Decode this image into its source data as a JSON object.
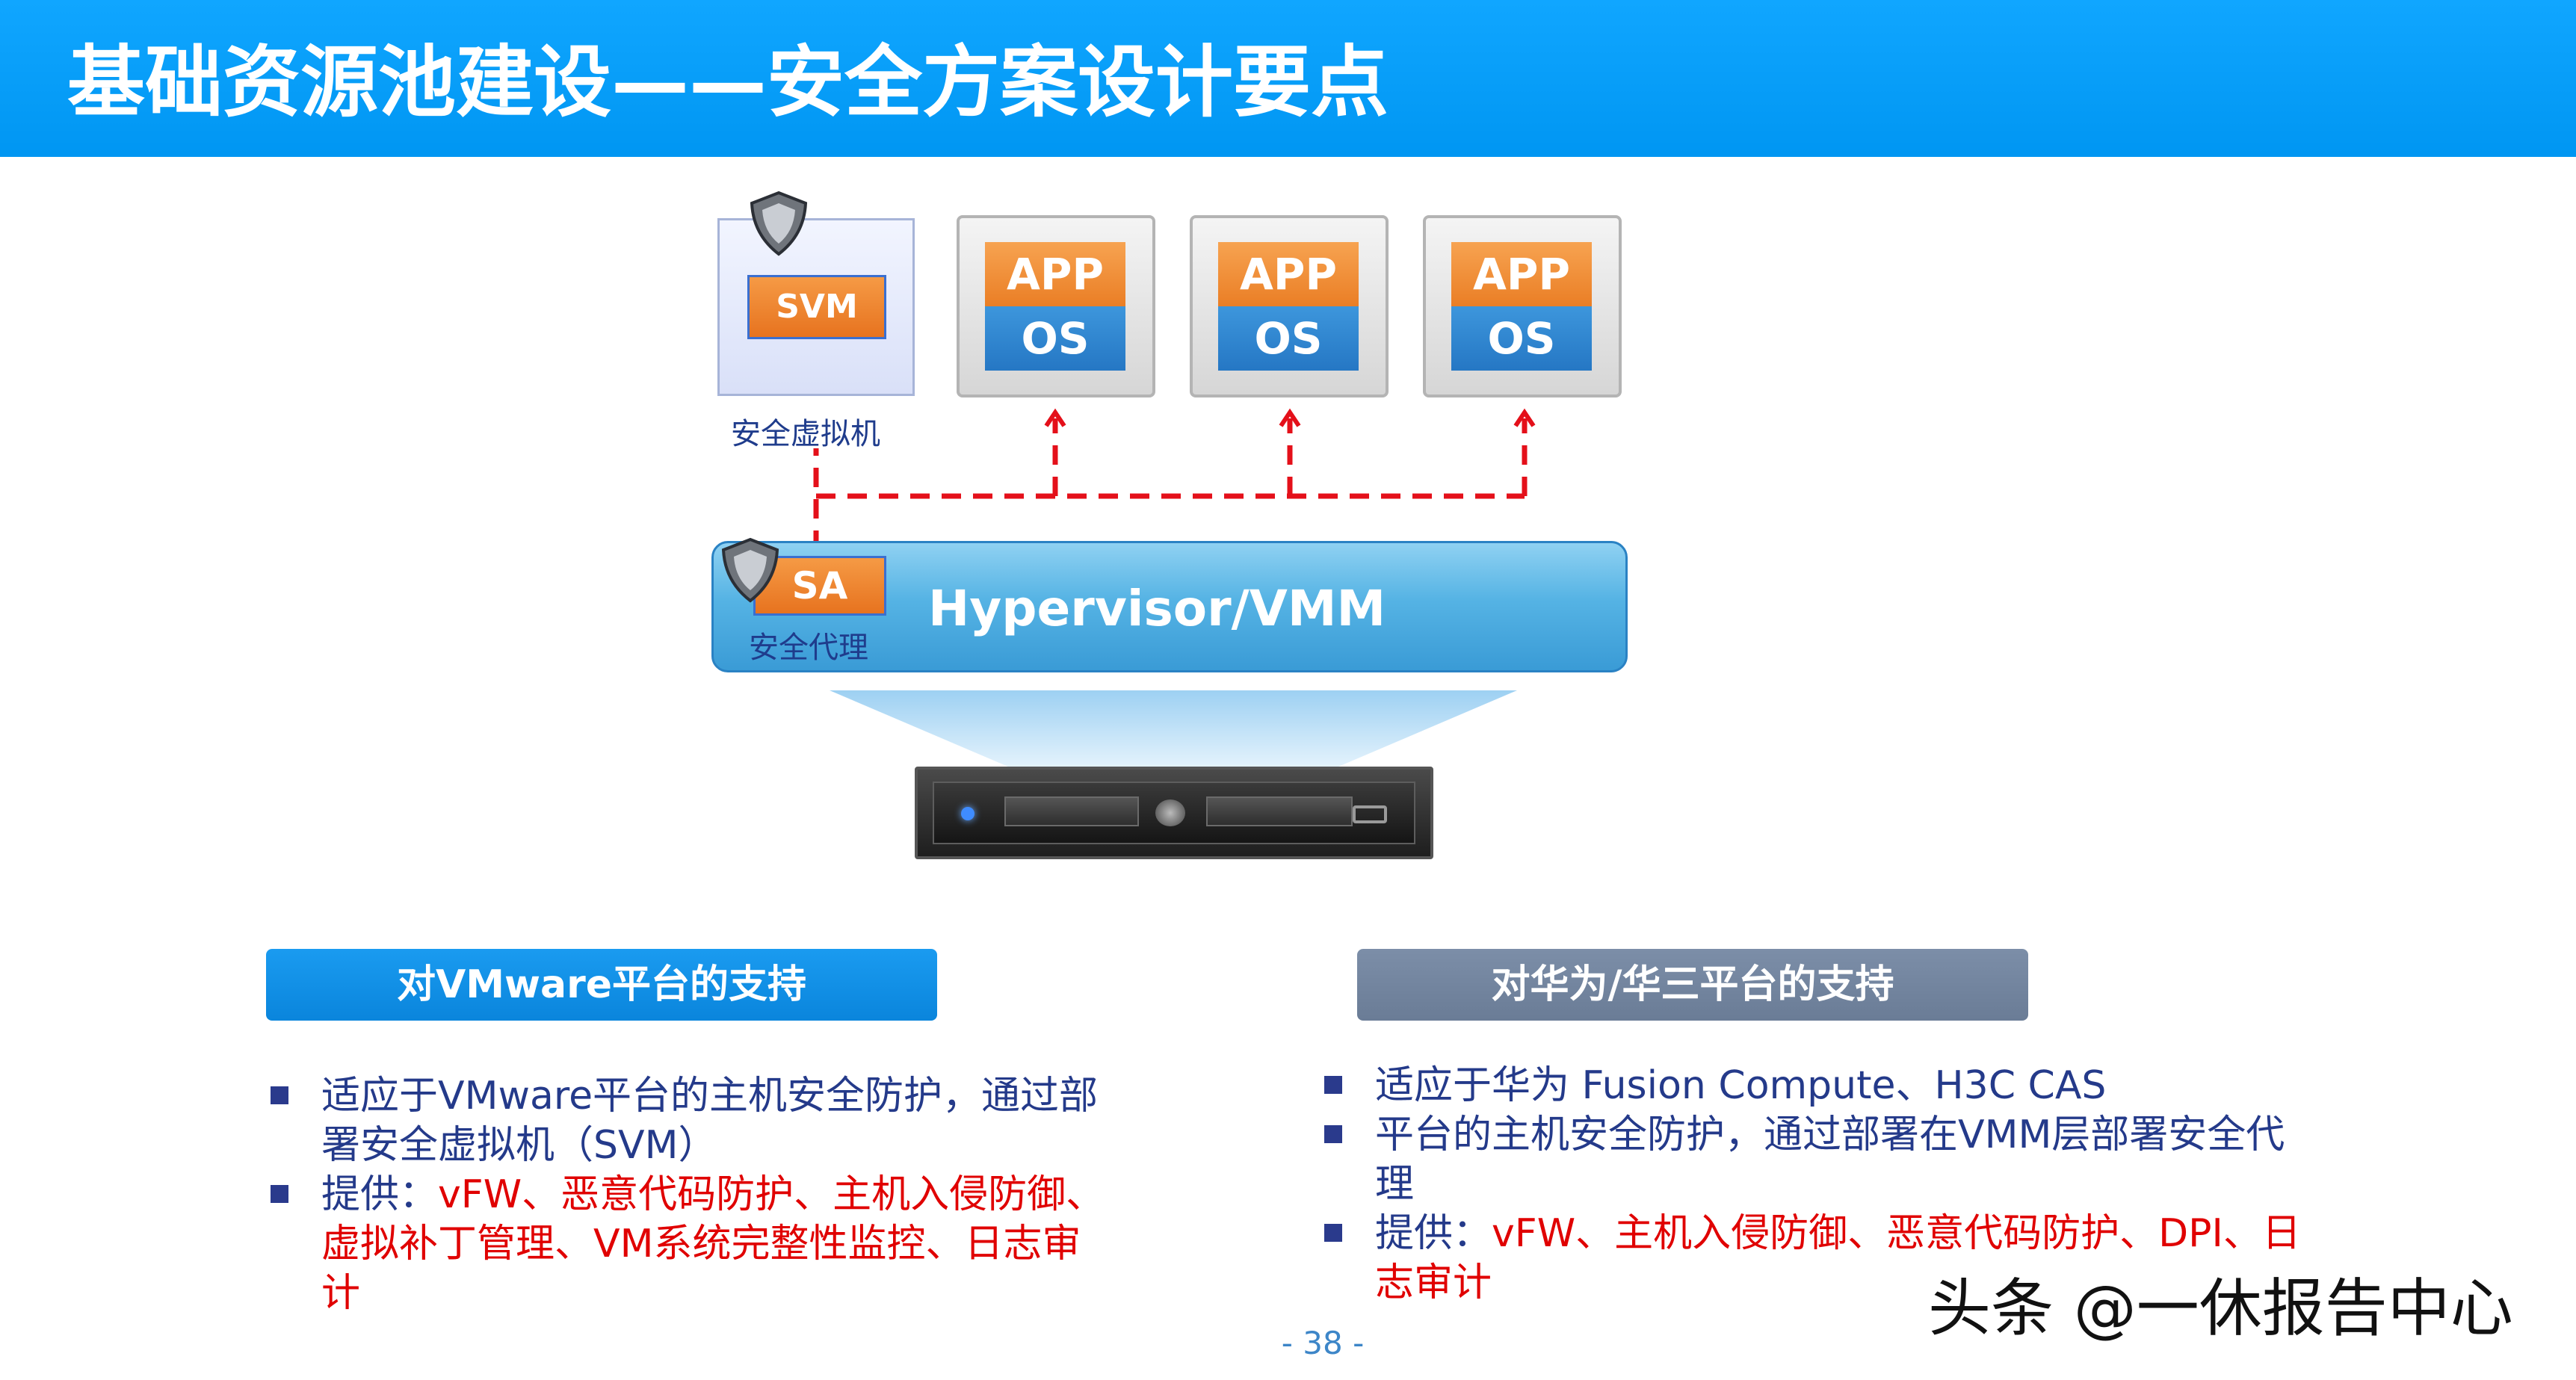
{
  "header": {
    "title": "基础资源池建设——安全方案设计要点"
  },
  "diagram": {
    "svm": {
      "label": "SVM",
      "caption": "安全虚拟机"
    },
    "vms": [
      {
        "app": "APP",
        "os": "OS"
      },
      {
        "app": "APP",
        "os": "OS"
      },
      {
        "app": "APP",
        "os": "OS"
      }
    ],
    "hypervisor": {
      "title": "Hypervisor/VMM",
      "agent_label": "SA",
      "agent_caption": "安全代理"
    },
    "colors": {
      "orange": "#ea7e25",
      "blue": "#2577c4",
      "dashed_line": "#e4101a"
    }
  },
  "left_panel": {
    "heading": "对VMware平台的支持",
    "bullets": [
      {
        "lines": [
          "适应于VMware平台的主机安全防护，通过部",
          "署安全虚拟机（SVM）"
        ]
      },
      {
        "prefix": "提供：",
        "lines": [
          "vFW、恶意代码防护、主机入侵防御、",
          "虚拟补丁管理、VM系统完整性监控、日志审",
          "计"
        ]
      }
    ]
  },
  "right_panel": {
    "heading": "对华为/华三平台的支持",
    "bullets": [
      {
        "lines": [
          "适应于华为 Fusion Compute、H3C CAS"
        ]
      },
      {
        "lines": [
          "平台的主机安全防护，通过部署在VMM层部署安全代",
          "理"
        ]
      },
      {
        "prefix": "提供：",
        "lines": [
          "vFW、主机入侵防御、恶意代码防护、DPI、日",
          "志审计"
        ]
      }
    ]
  },
  "footer": {
    "page_number": "- 38 -",
    "watermark": "头条 @一休报告中心"
  }
}
